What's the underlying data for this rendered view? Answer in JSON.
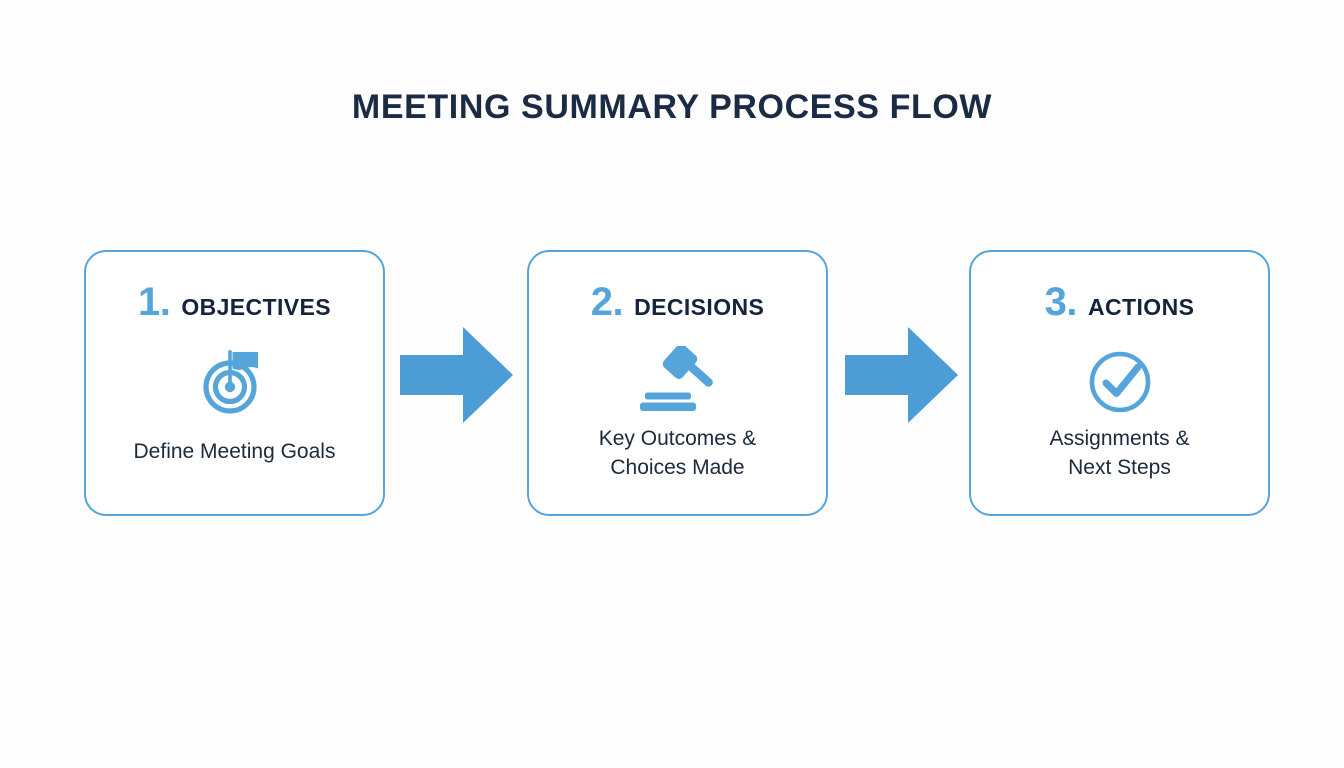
{
  "page": {
    "title": "MEETING SUMMARY PROCESS FLOW",
    "background_color": "#fdfdfd",
    "accent_color": "#55a4da",
    "title_color": "#1b2b44",
    "text_color": "#1c2a3d"
  },
  "flow": {
    "steps": [
      {
        "number": "1.",
        "title": "OBJECTIVES",
        "icon": "target-flag-icon",
        "description": "Define Meeting Goals",
        "single_line": true
      },
      {
        "number": "2.",
        "title": "DECISIONS",
        "icon": "gavel-icon",
        "description": "Key Outcomes &\nChoices Made",
        "single_line": false
      },
      {
        "number": "3.",
        "title": "ACTIONS",
        "icon": "check-circle-icon",
        "description": "Assignments &\nNext Steps",
        "single_line": false
      }
    ],
    "connectors": [
      {
        "icon": "arrow-right-icon",
        "from": "OBJECTIVES",
        "to": "DECISIONS"
      },
      {
        "icon": "arrow-right-icon",
        "from": "DECISIONS",
        "to": "ACTIONS"
      }
    ]
  }
}
